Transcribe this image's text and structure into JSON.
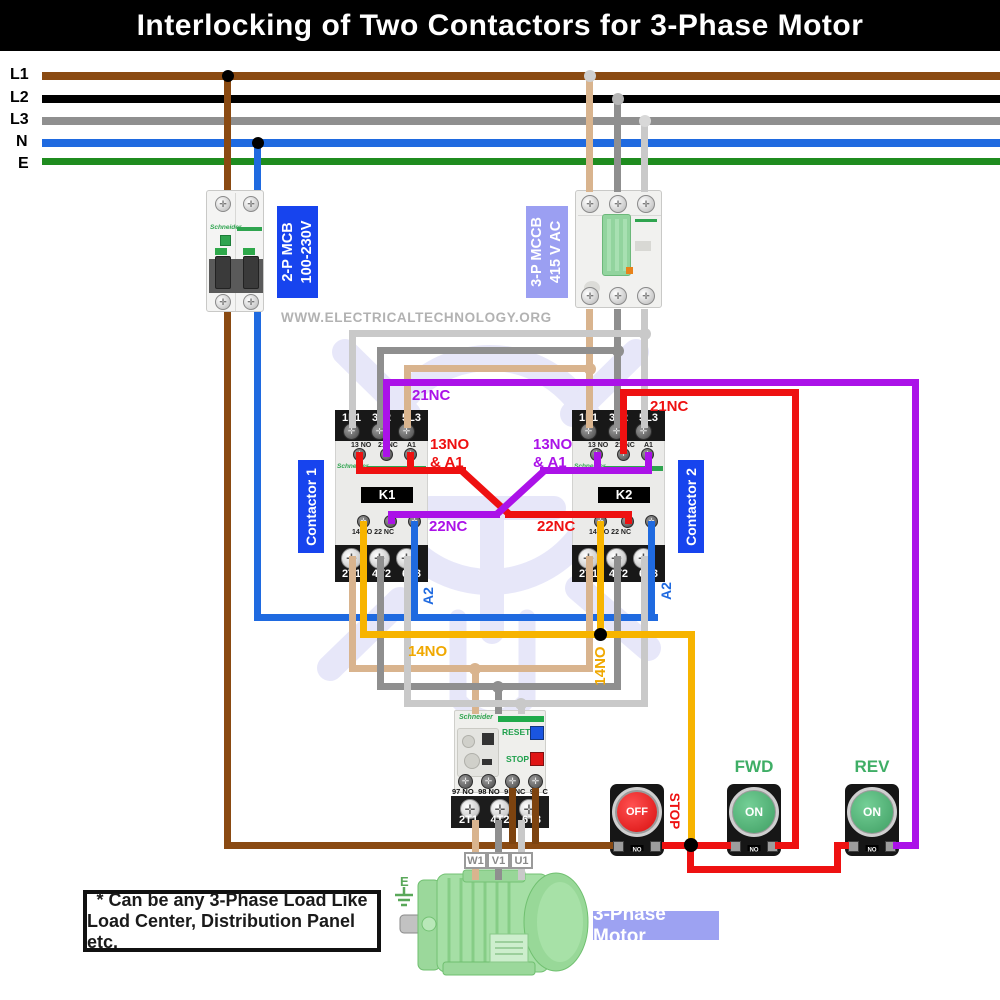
{
  "title": "Interlocking of Two Contactors for 3-Phase Motor",
  "watermark": "WWW.ELECTRICALTECHNOLOGY.ORG",
  "colors": {
    "bus_l1_brown": "#8a4a12",
    "bus_l2_black": "#000000",
    "bus_l3_gray": "#8f8f8f",
    "bus_n_blue": "#1f6ae0",
    "bus_e_green": "#1f8c1f",
    "wire_tan": "#d9b48e",
    "wire_lightgray": "#c9c9c9",
    "wire_yellow": "#f7b400",
    "wire_red": "#ee1111",
    "wire_purple": "#ab12e8",
    "label_blue": "#1744ee",
    "label_lavender": "#9b9ff2",
    "button_green": "#4cae6e",
    "button_red": "#e01010"
  },
  "bus": {
    "labels": [
      "L1",
      "L2",
      "L3",
      "N",
      "E"
    ]
  },
  "mcb": {
    "brand": "Schneider",
    "label_line1": "2-P MCB",
    "label_line2": "100-230V"
  },
  "mccb": {
    "label_line1": "3-P MCCB",
    "label_line2": "415 V AC"
  },
  "contactors": [
    {
      "side_label": "Contactor 1",
      "tag": "K1",
      "brand": "Schneider",
      "top_terminals": [
        "1L1",
        "3L2",
        "5L3"
      ],
      "aux_top": [
        "13 NO",
        "21 NC",
        "A1"
      ],
      "aux_bottom": "14 NO 22 NC",
      "bottom_terminals": [
        "2T1",
        "4T2",
        "6T3"
      ]
    },
    {
      "side_label": "Contactor 2",
      "tag": "K2",
      "brand": "Schneider",
      "top_terminals": [
        "1L1",
        "3L2",
        "5L3"
      ],
      "aux_top": [
        "13 NO",
        "21 NC",
        "A1"
      ],
      "aux_bottom": "14 NO 22 NC",
      "bottom_terminals": [
        "2T1",
        "4T2",
        "6T3"
      ]
    }
  ],
  "wire_labels": {
    "k1_21nc": "21NC",
    "k2_21nc": "21NC",
    "k1_13no_line1": "13NO",
    "k1_13no_line2": "& A1",
    "k2_13no_line1": "13NO",
    "k2_13no_line2": "& A1",
    "k1_22nc": "22NC",
    "k2_22nc": "22NC",
    "no14_left": "14NO",
    "no14_right": "14NO",
    "a2_left": "A2",
    "a2_right": "A2"
  },
  "relay": {
    "brand": "Schneider",
    "reset": "RESET",
    "stop": "STOP",
    "aux_terminals": [
      "97 NO",
      "98 NO",
      "95 NC",
      "96",
      "C"
    ],
    "bottom_terminals": [
      "2T1",
      "4T2",
      "6T3"
    ]
  },
  "buttons": {
    "off": {
      "cap": "OFF",
      "side_label": "STOP",
      "base_mark": "ON"
    },
    "fwd": {
      "top_label": "FWD",
      "cap": "ON",
      "base_mark": "ON"
    },
    "rev": {
      "top_label": "REV",
      "cap": "ON",
      "base_mark": "ON"
    }
  },
  "motor": {
    "terminals": [
      "W1",
      "V1",
      "U1"
    ],
    "label": "3-Phase Motor",
    "earth": "E"
  },
  "note": {
    "line1": "* Can be any 3-Phase Load Like",
    "line2": "Load Center, Distribution Panel etc."
  }
}
